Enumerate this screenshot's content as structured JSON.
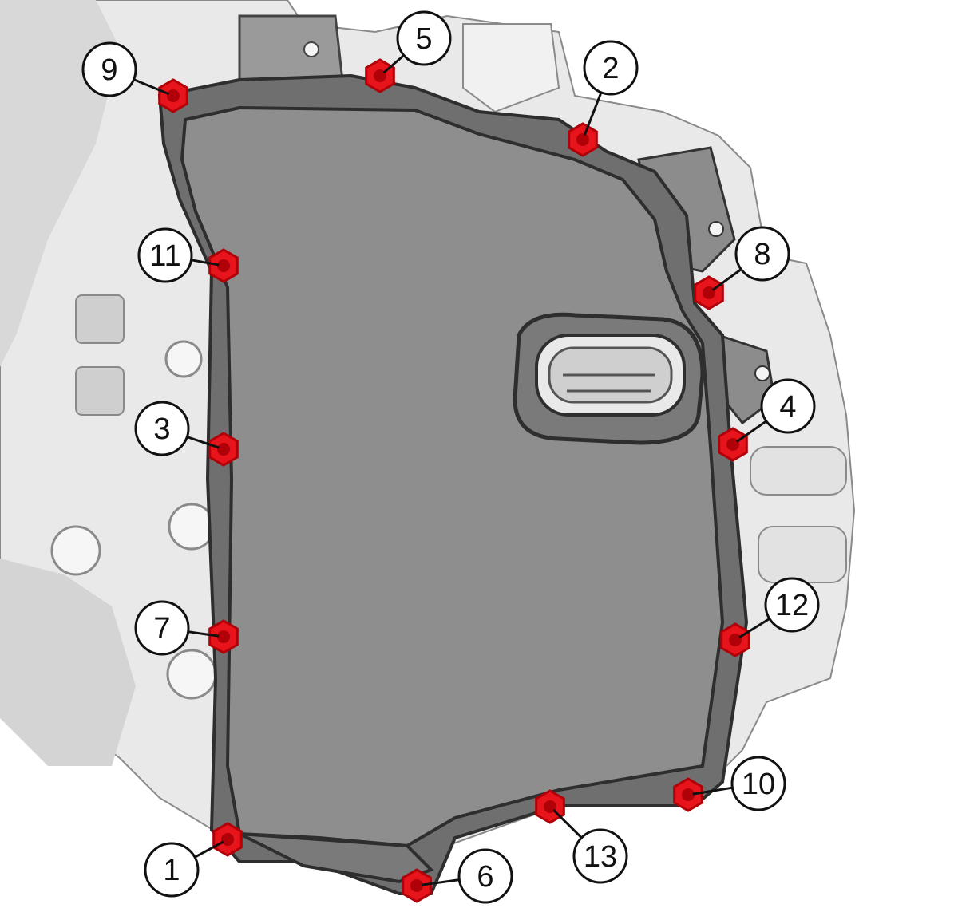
{
  "colors": {
    "background": "#ffffff",
    "housing": "#e9e9e9",
    "housing_shade": "#cfcfcf",
    "housing_line": "#8a8a8a",
    "pan_rim": "#6f6f6f",
    "pan_face": "#8e8e8e",
    "pan_edge": "#2e2e2e",
    "bolt": "#e8141c",
    "bolt_center": "#b00008",
    "callout_fill": "#ffffff",
    "callout_stroke": "#111111"
  },
  "bolts": [
    {
      "label": "1"
    },
    {
      "label": "2"
    },
    {
      "label": "3"
    },
    {
      "label": "4"
    },
    {
      "label": "5"
    },
    {
      "label": "6"
    },
    {
      "label": "7"
    },
    {
      "label": "8"
    },
    {
      "label": "9"
    },
    {
      "label": "10"
    },
    {
      "label": "11"
    },
    {
      "label": "12"
    },
    {
      "label": "13"
    }
  ]
}
